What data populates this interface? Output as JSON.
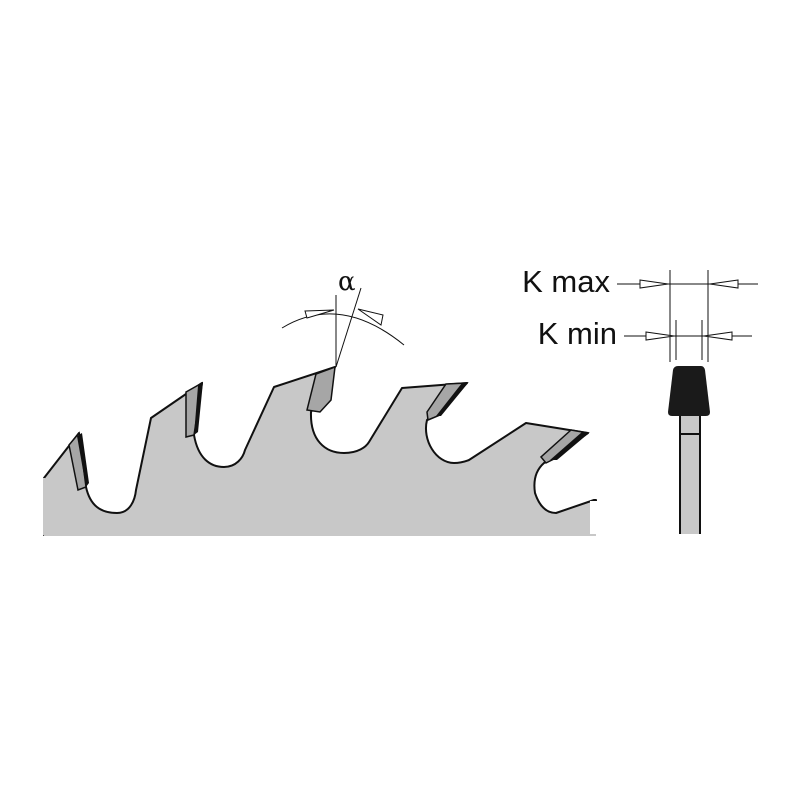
{
  "labels": {
    "angle": "α",
    "k_max": "K max",
    "k_min": "K min"
  },
  "colors": {
    "blade": "#c8c8c8",
    "insert": "#a6a6a6",
    "outline": "#111111",
    "tip": "#1a1a1a"
  }
}
